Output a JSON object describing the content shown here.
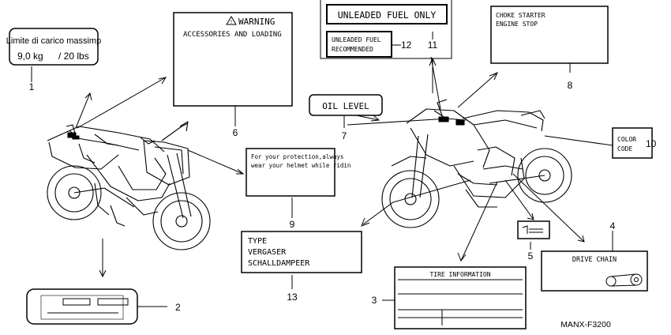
{
  "labels": {
    "l1": {
      "number": "1",
      "line1": "Limite di carico massimp",
      "line2a": "9,0 kg",
      "line2b": "/  20 lbs"
    },
    "l2": {
      "number": "2"
    },
    "l3": {
      "number": "3",
      "title": "TIRE   INFORMATION"
    },
    "l4": {
      "number": "4",
      "title": "DRIVE CHAIN"
    },
    "l5": {
      "number": "5"
    },
    "l6": {
      "number": "6",
      "line1": "WARNING",
      "line2": "ACCESSORIES AND LOADING"
    },
    "l7": {
      "number": "7",
      "text": "OIL LEVEL"
    },
    "l8": {
      "number": "8",
      "line1": "CHOKE     STARTER",
      "line2": "ENGINE STOP"
    },
    "l9": {
      "number": "9",
      "line1": "For your protection,always",
      "line2": "wear your helmet while ridin"
    },
    "l10": {
      "number": "10",
      "line1": "COLOR",
      "line2": "CODE"
    },
    "l11": {
      "number": "11",
      "text": "UNLEADED FUEL ONLY"
    },
    "l12": {
      "number": "12",
      "line1": "UNLEADED FUEL",
      "line2": "RECOMMENDED"
    },
    "l13": {
      "number": "13",
      "line1": "TYPE",
      "line2": "VERGASER",
      "line3": "SCHALLDAMPEER"
    }
  },
  "diagram_code": "MANX-F3200",
  "icons": {
    "warning": "warning-triangle-icon",
    "chain": "drive-chain-icon"
  }
}
